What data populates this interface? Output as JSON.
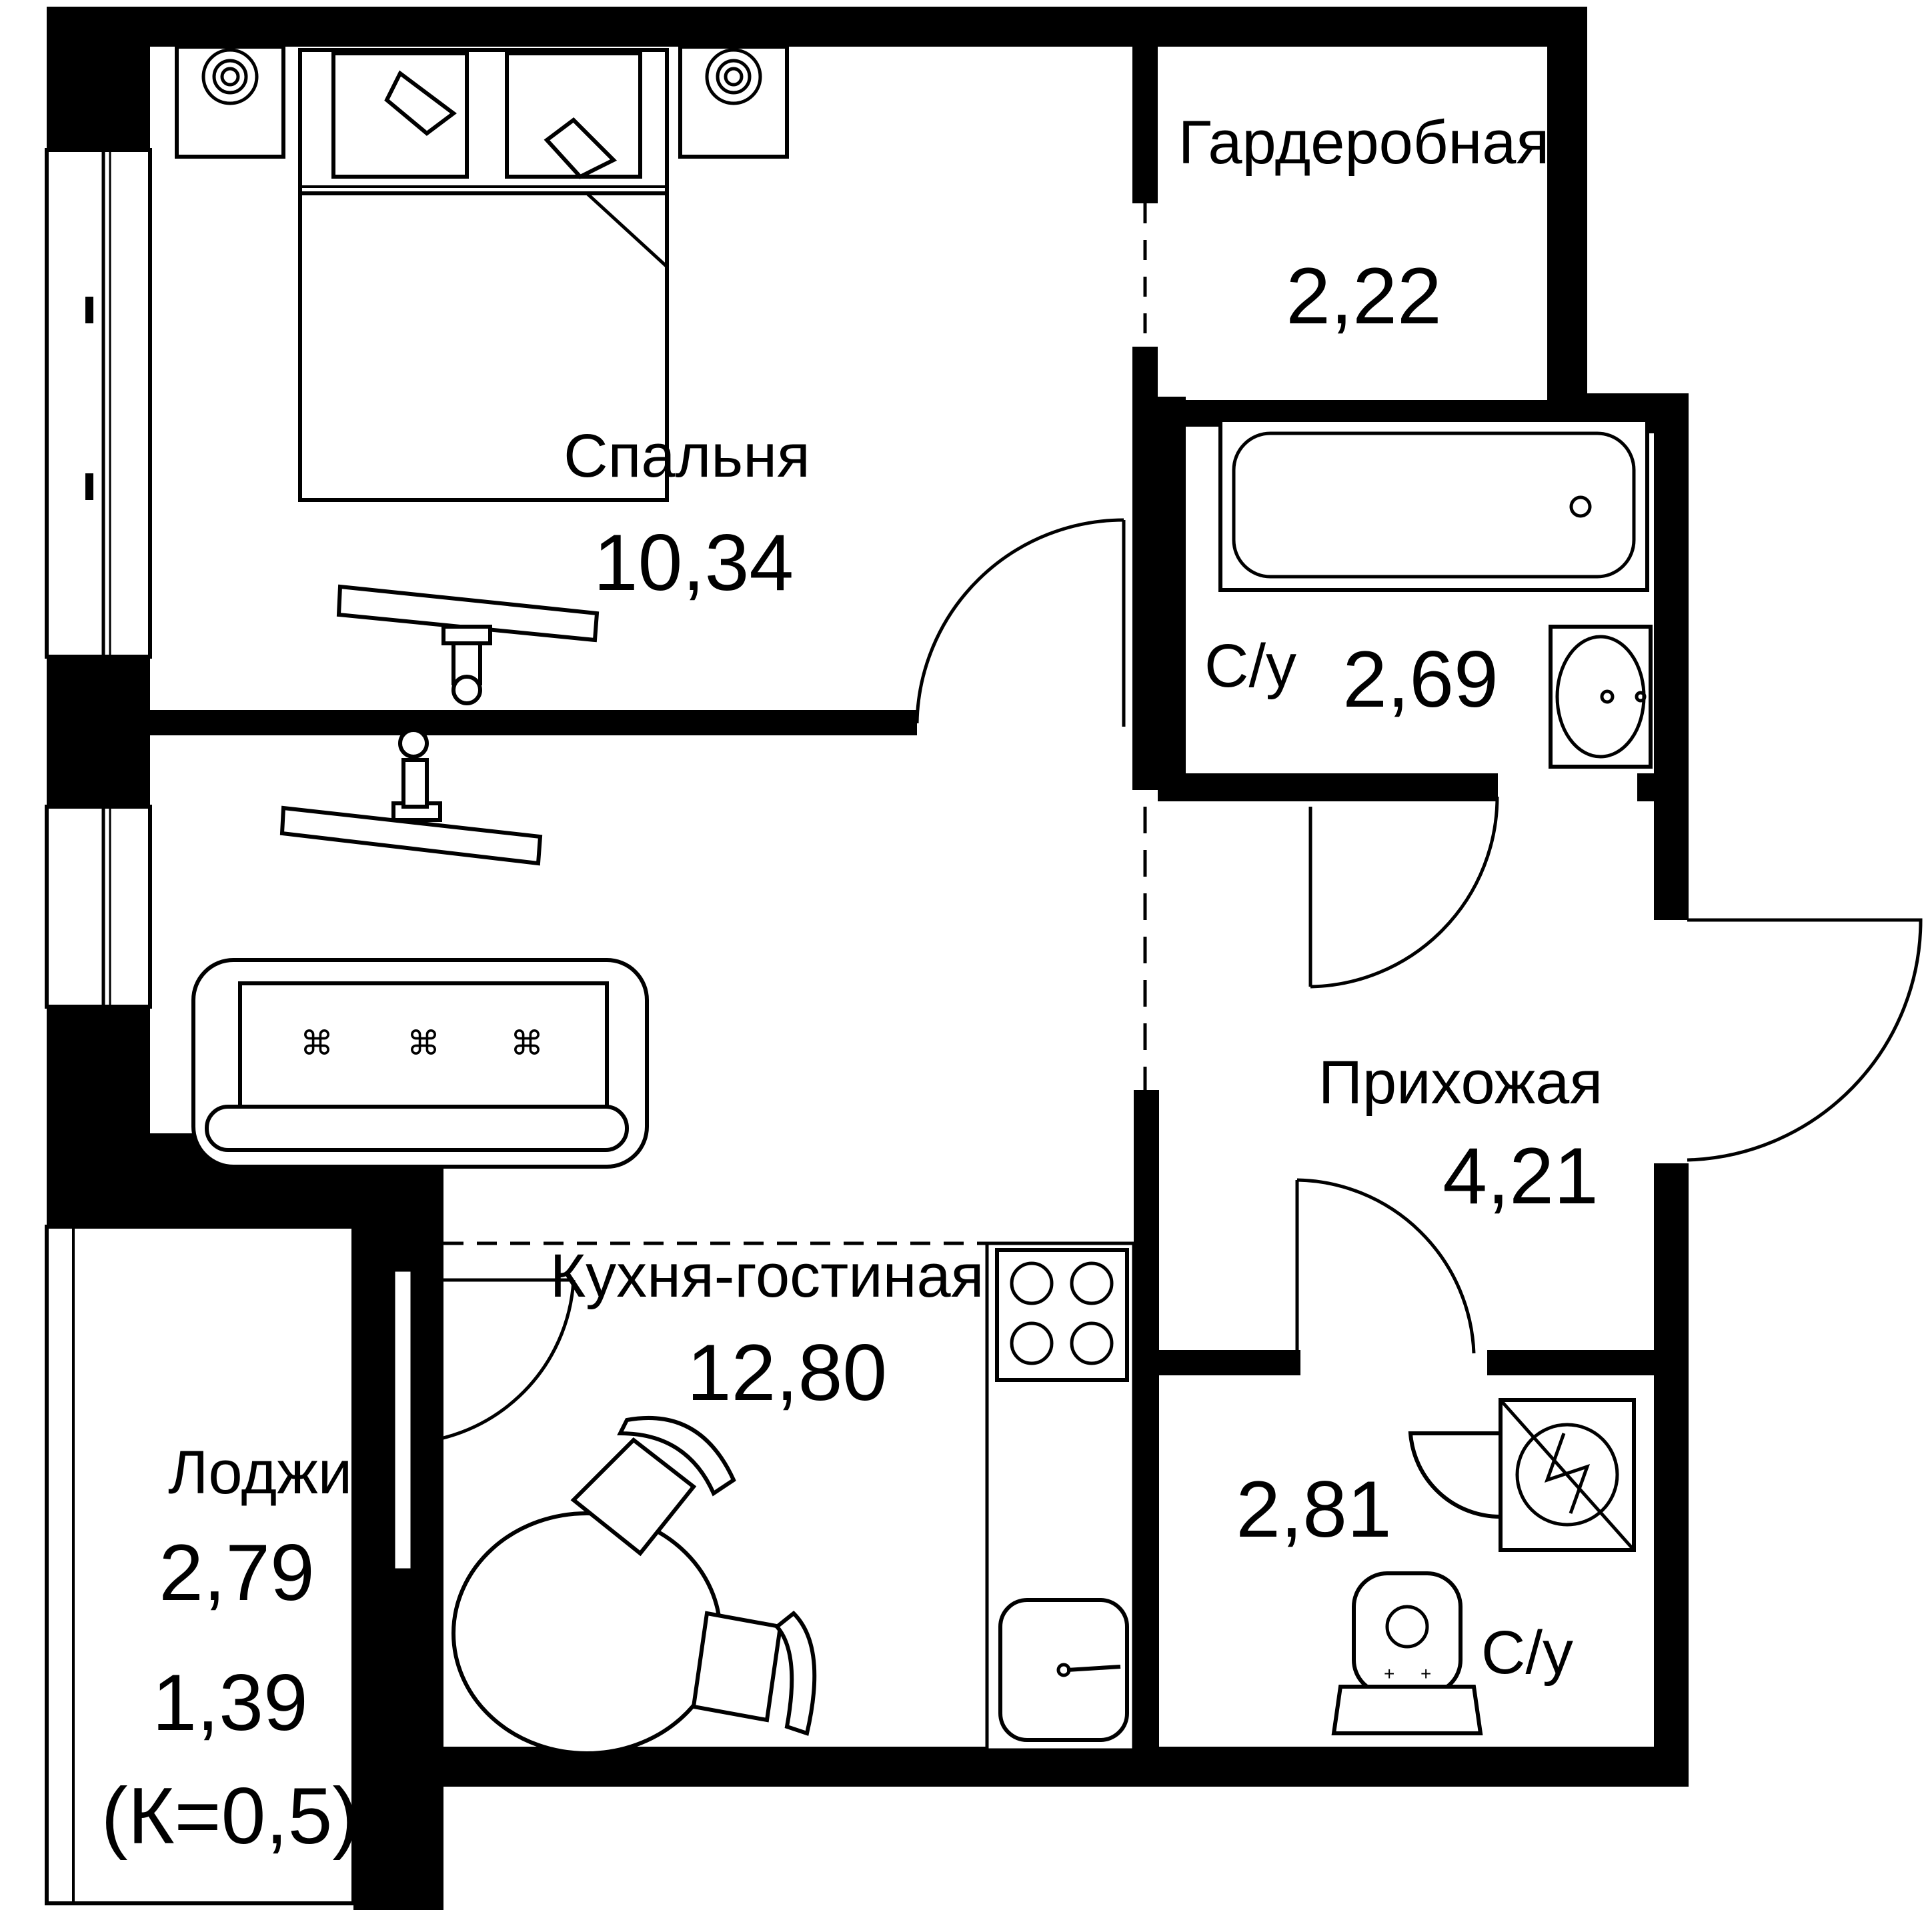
{
  "plan": {
    "rooms": [
      {
        "id": "bedroom",
        "name": "Спальня",
        "area": "10,34"
      },
      {
        "id": "wardrobe",
        "name": "Гардеробная",
        "area": "2,22"
      },
      {
        "id": "bathroom-1",
        "name": "С/у",
        "area": "2,69"
      },
      {
        "id": "hallway",
        "name": "Прихожая",
        "area": "4,21"
      },
      {
        "id": "kitchen-living",
        "name": "Кухня-гостиная",
        "area": "12,80"
      },
      {
        "id": "bathroom-2",
        "name": "С/у",
        "area": "2,81"
      },
      {
        "id": "loggia",
        "name": "Лоджия",
        "area": "2,79",
        "reduced_area": "1,39",
        "coefficient": "(К=0,5)"
      }
    ]
  }
}
